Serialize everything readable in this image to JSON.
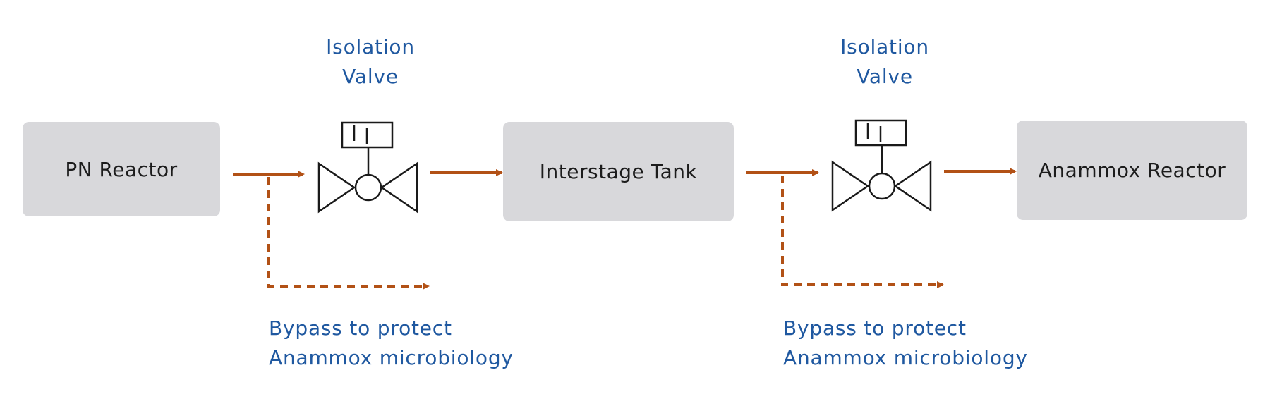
{
  "nodes": {
    "pn_reactor": "PN Reactor",
    "interstage_tank": "Interstage Tank",
    "anammox_reactor": "Anammox Reactor"
  },
  "valves": [
    {
      "label_line1": "Isolation",
      "label_line2": "Valve"
    },
    {
      "label_line1": "Isolation",
      "label_line2": "Valve"
    }
  ],
  "bypasses": [
    {
      "label_line1": "Bypass to protect",
      "label_line2": "Anammox microbiology"
    },
    {
      "label_line1": "Bypass to protect",
      "label_line2": "Anammox microbiology"
    }
  ],
  "colors": {
    "box_fill": "#d8d8db",
    "flow_arrow": "#b25116",
    "label_text": "#1f58a0",
    "valve_stroke": "#1a1a1a"
  }
}
